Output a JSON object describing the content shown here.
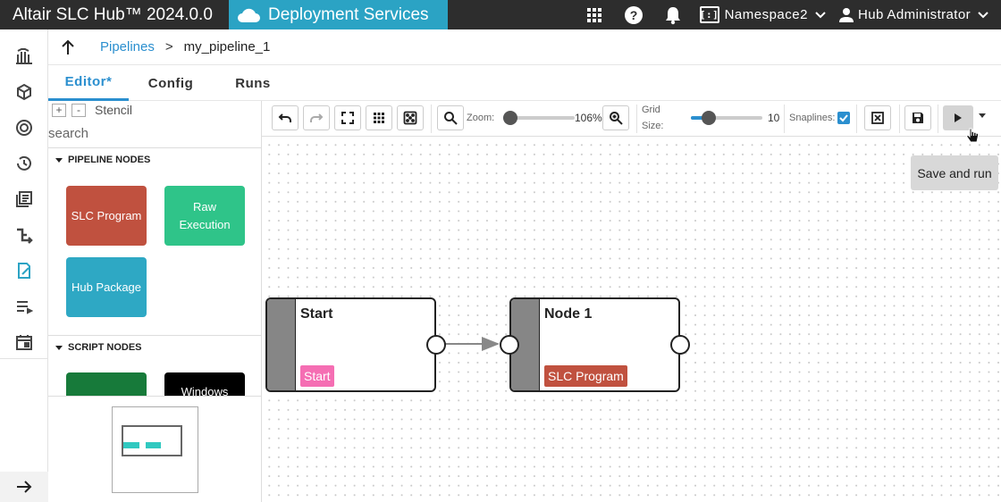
{
  "topbar": {
    "brand": "Altair SLC Hub™ 2024.0.0",
    "service": "Deployment Services",
    "namespace_icon": "[:]",
    "namespace": "Namespace2",
    "user": "Hub Administrator",
    "icons": [
      "apps-grid-icon",
      "help-icon",
      "bell-icon",
      "namespace-icon",
      "person-icon"
    ]
  },
  "rail": {
    "items": [
      "dashboard-icon",
      "package-icon",
      "target-icon",
      "history-icon",
      "library-icon",
      "pipeline-icon",
      "editor-icon",
      "queue-icon",
      "calendar-icon"
    ],
    "active": "editor-icon"
  },
  "breadcrumb": {
    "parent": "Pipelines",
    "separator": ">",
    "current": "my_pipeline_1"
  },
  "tabs": [
    {
      "label": "Editor*",
      "active": true
    },
    {
      "label": "Config",
      "active": false
    },
    {
      "label": "Runs",
      "active": false
    }
  ],
  "stencil": {
    "expand_label": "+",
    "collapse_label": "-",
    "title": "Stencil",
    "search_placeholder": "search",
    "groups": [
      {
        "title": "PIPELINE NODES",
        "nodes": [
          {
            "label": "SLC Program",
            "color": "#c0513f"
          },
          {
            "label": "Raw Execution",
            "color": "#2fc489"
          },
          {
            "label": "Hub Package",
            "color": "#2ea8c4"
          }
        ]
      },
      {
        "title": "SCRIPT NODES",
        "nodes": [
          {
            "label": "",
            "color": "#177a3a"
          },
          {
            "label": "Windows",
            "color": "#000000"
          }
        ]
      }
    ]
  },
  "toolbar": {
    "zoom_label": "Zoom:",
    "zoom_value": "106%",
    "zoom_fraction": 0.1,
    "grid_label_1": "Grid",
    "grid_label_2": "Size:",
    "grid_value": "10",
    "grid_fraction": 0.25,
    "snaplines_label": "Snaplines:",
    "snaplines_checked": true,
    "tooltip": "Save and run"
  },
  "canvas": {
    "nodes": [
      {
        "title": "Start",
        "tag": "Start",
        "tag_color": "#f56eb3"
      },
      {
        "title": "Node 1",
        "tag": "SLC Program",
        "tag_color": "#c0513f"
      }
    ]
  }
}
